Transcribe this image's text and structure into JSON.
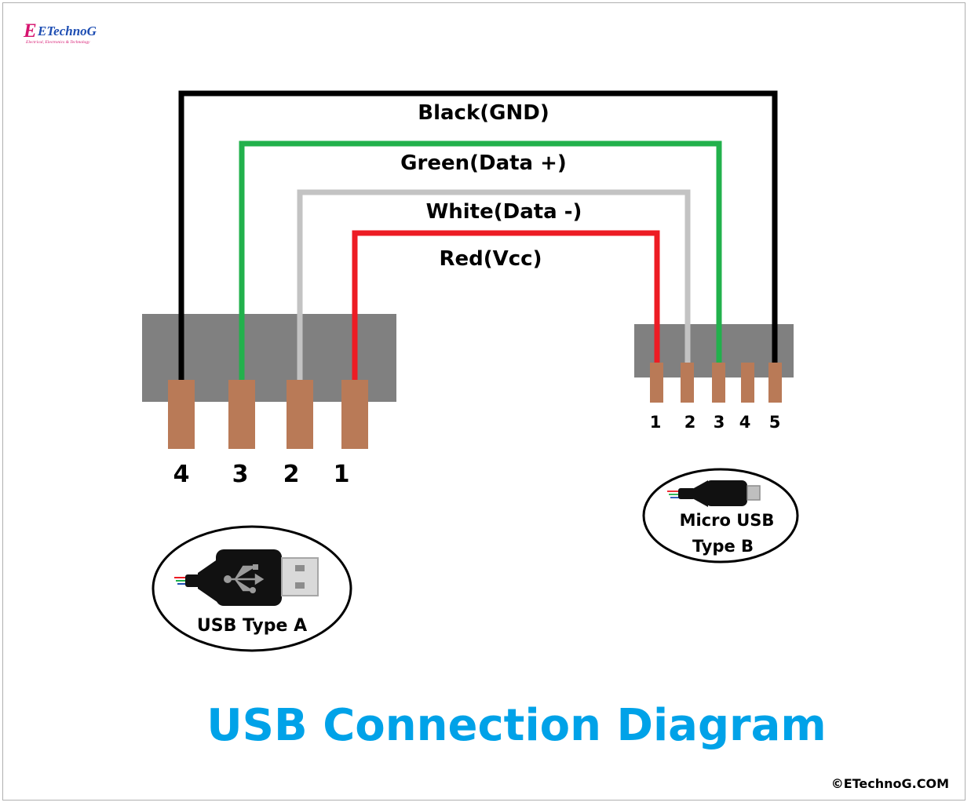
{
  "logo": {
    "text": "ETechnoG",
    "tagline": "Electrical, Electronics & Technology"
  },
  "wires": [
    {
      "label": "Black(GND)",
      "color": "#000000"
    },
    {
      "label": "Green(Data +)",
      "color": "#22b14c"
    },
    {
      "label": "White(Data -)",
      "color": "#c3c3c3"
    },
    {
      "label": "Red(Vcc)",
      "color": "#ed1c24"
    }
  ],
  "usb_a": {
    "pins": [
      "4",
      "3",
      "2",
      "1"
    ],
    "caption": "USB Type A"
  },
  "micro_usb": {
    "pins": [
      "1",
      "2",
      "3",
      "4",
      "5"
    ],
    "caption_line1": "Micro USB",
    "caption_line2": "Type B"
  },
  "title": "USB Connection Diagram",
  "copyright": "©ETechnoG.COM",
  "colors": {
    "connector_body": "#808080",
    "pin": "#b97a57",
    "title": "#00a2e8"
  }
}
